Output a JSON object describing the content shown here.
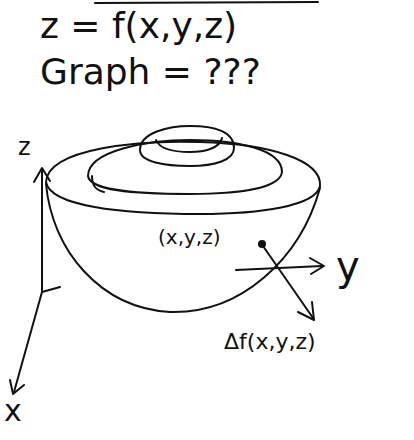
{
  "diagram": {
    "labels": [
      "z = f(x,y,z)",
      "Graph = ???",
      "z",
      "(x,y,z)",
      "y",
      "Δf(x,y,z)",
      "x"
    ]
  }
}
